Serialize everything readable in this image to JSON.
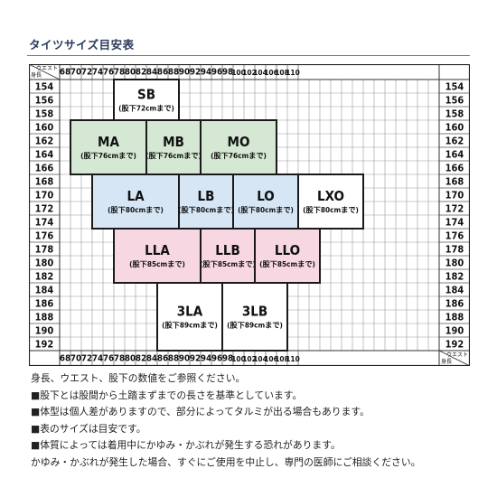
{
  "title": "タイツサイズ目安表",
  "chart_data": {
    "type": "table",
    "corner_waist_label": "ウエスト",
    "corner_height_label": "身長",
    "waist_columns": [
      "68",
      "70",
      "72",
      "74",
      "76",
      "78",
      "80",
      "82",
      "84",
      "86",
      "88",
      "90",
      "92",
      "94",
      "96",
      "98",
      "100",
      "102",
      "104",
      "106",
      "108",
      "110"
    ],
    "height_rows": [
      "154",
      "156",
      "158",
      "160",
      "162",
      "164",
      "166",
      "168",
      "170",
      "172",
      "174",
      "176",
      "178",
      "180",
      "182",
      "184",
      "186",
      "188",
      "190",
      "192"
    ],
    "sizes": [
      {
        "name": "SB",
        "inseam": "(股下72cmまで)",
        "waist_from": 78,
        "waist_to": 90,
        "height_from": 154,
        "height_to": 160,
        "color": "#ffffff"
      },
      {
        "name": "MA",
        "inseam": "(股下76cmまで)",
        "waist_from": 70,
        "waist_to": 84,
        "height_from": 160,
        "height_to": 168,
        "color": "#d5e8d3"
      },
      {
        "name": "MB",
        "inseam": "(股下76cmまで)",
        "waist_from": 84,
        "waist_to": 94,
        "height_from": 160,
        "height_to": 168,
        "color": "#d5e8d3"
      },
      {
        "name": "MO",
        "inseam": "(股下76cmまで)",
        "waist_from": 94,
        "waist_to": 108,
        "height_from": 160,
        "height_to": 168,
        "color": "#d5e8d3"
      },
      {
        "name": "LA",
        "inseam": "(股下80cmまで)",
        "waist_from": 74,
        "waist_to": 90,
        "height_from": 168,
        "height_to": 176,
        "color": "#d6e6f4"
      },
      {
        "name": "LB",
        "inseam": "(股下80cmまで)",
        "waist_from": 90,
        "waist_to": 100,
        "height_from": 168,
        "height_to": 176,
        "color": "#d6e6f4"
      },
      {
        "name": "LO",
        "inseam": "(股下80cmまで)",
        "waist_from": 100,
        "waist_to": 112,
        "height_from": 168,
        "height_to": 176,
        "color": "#d6e6f4"
      },
      {
        "name": "LXO",
        "inseam": "(股下80cmまで)",
        "waist_from": 112,
        "waist_to": 124,
        "height_from": 168,
        "height_to": 176,
        "color": "#ffffff"
      },
      {
        "name": "LLA",
        "inseam": "(股下85cmまで)",
        "waist_from": 78,
        "waist_to": 94,
        "height_from": 176,
        "height_to": 184,
        "color": "#f7d7e1"
      },
      {
        "name": "LLB",
        "inseam": "(股下85cmまで)",
        "waist_from": 94,
        "waist_to": 104,
        "height_from": 176,
        "height_to": 184,
        "color": "#f7d7e1"
      },
      {
        "name": "LLO",
        "inseam": "(股下85cmまで)",
        "waist_from": 104,
        "waist_to": 116,
        "height_from": 176,
        "height_to": 184,
        "color": "#f7d7e1"
      },
      {
        "name": "3LA",
        "inseam": "(股下89cmまで)",
        "waist_from": 86,
        "waist_to": 98,
        "height_from": 184,
        "height_to": 194,
        "color": "#ffffff"
      },
      {
        "name": "3LB",
        "inseam": "(股下89cmまで)",
        "waist_from": 98,
        "waist_to": 110,
        "height_from": 184,
        "height_to": 194,
        "color": "#ffffff"
      }
    ]
  },
  "notes": [
    "身長、ウエスト、股下の数値をご参照ください。",
    "■股下とは股間から土踏まずまでの長さを基準としています。",
    "■体型は個人差がありますので、部分によってタルミが出る場合もあります。",
    "■表のサイズは目安です。",
    "■体質によっては着用中にかゆみ・かぶれが発生する恐れがあります。",
    "かゆみ・かぶれが発生した場合、すぐにご使用を中止し、専門の医師にご相談ください。"
  ]
}
